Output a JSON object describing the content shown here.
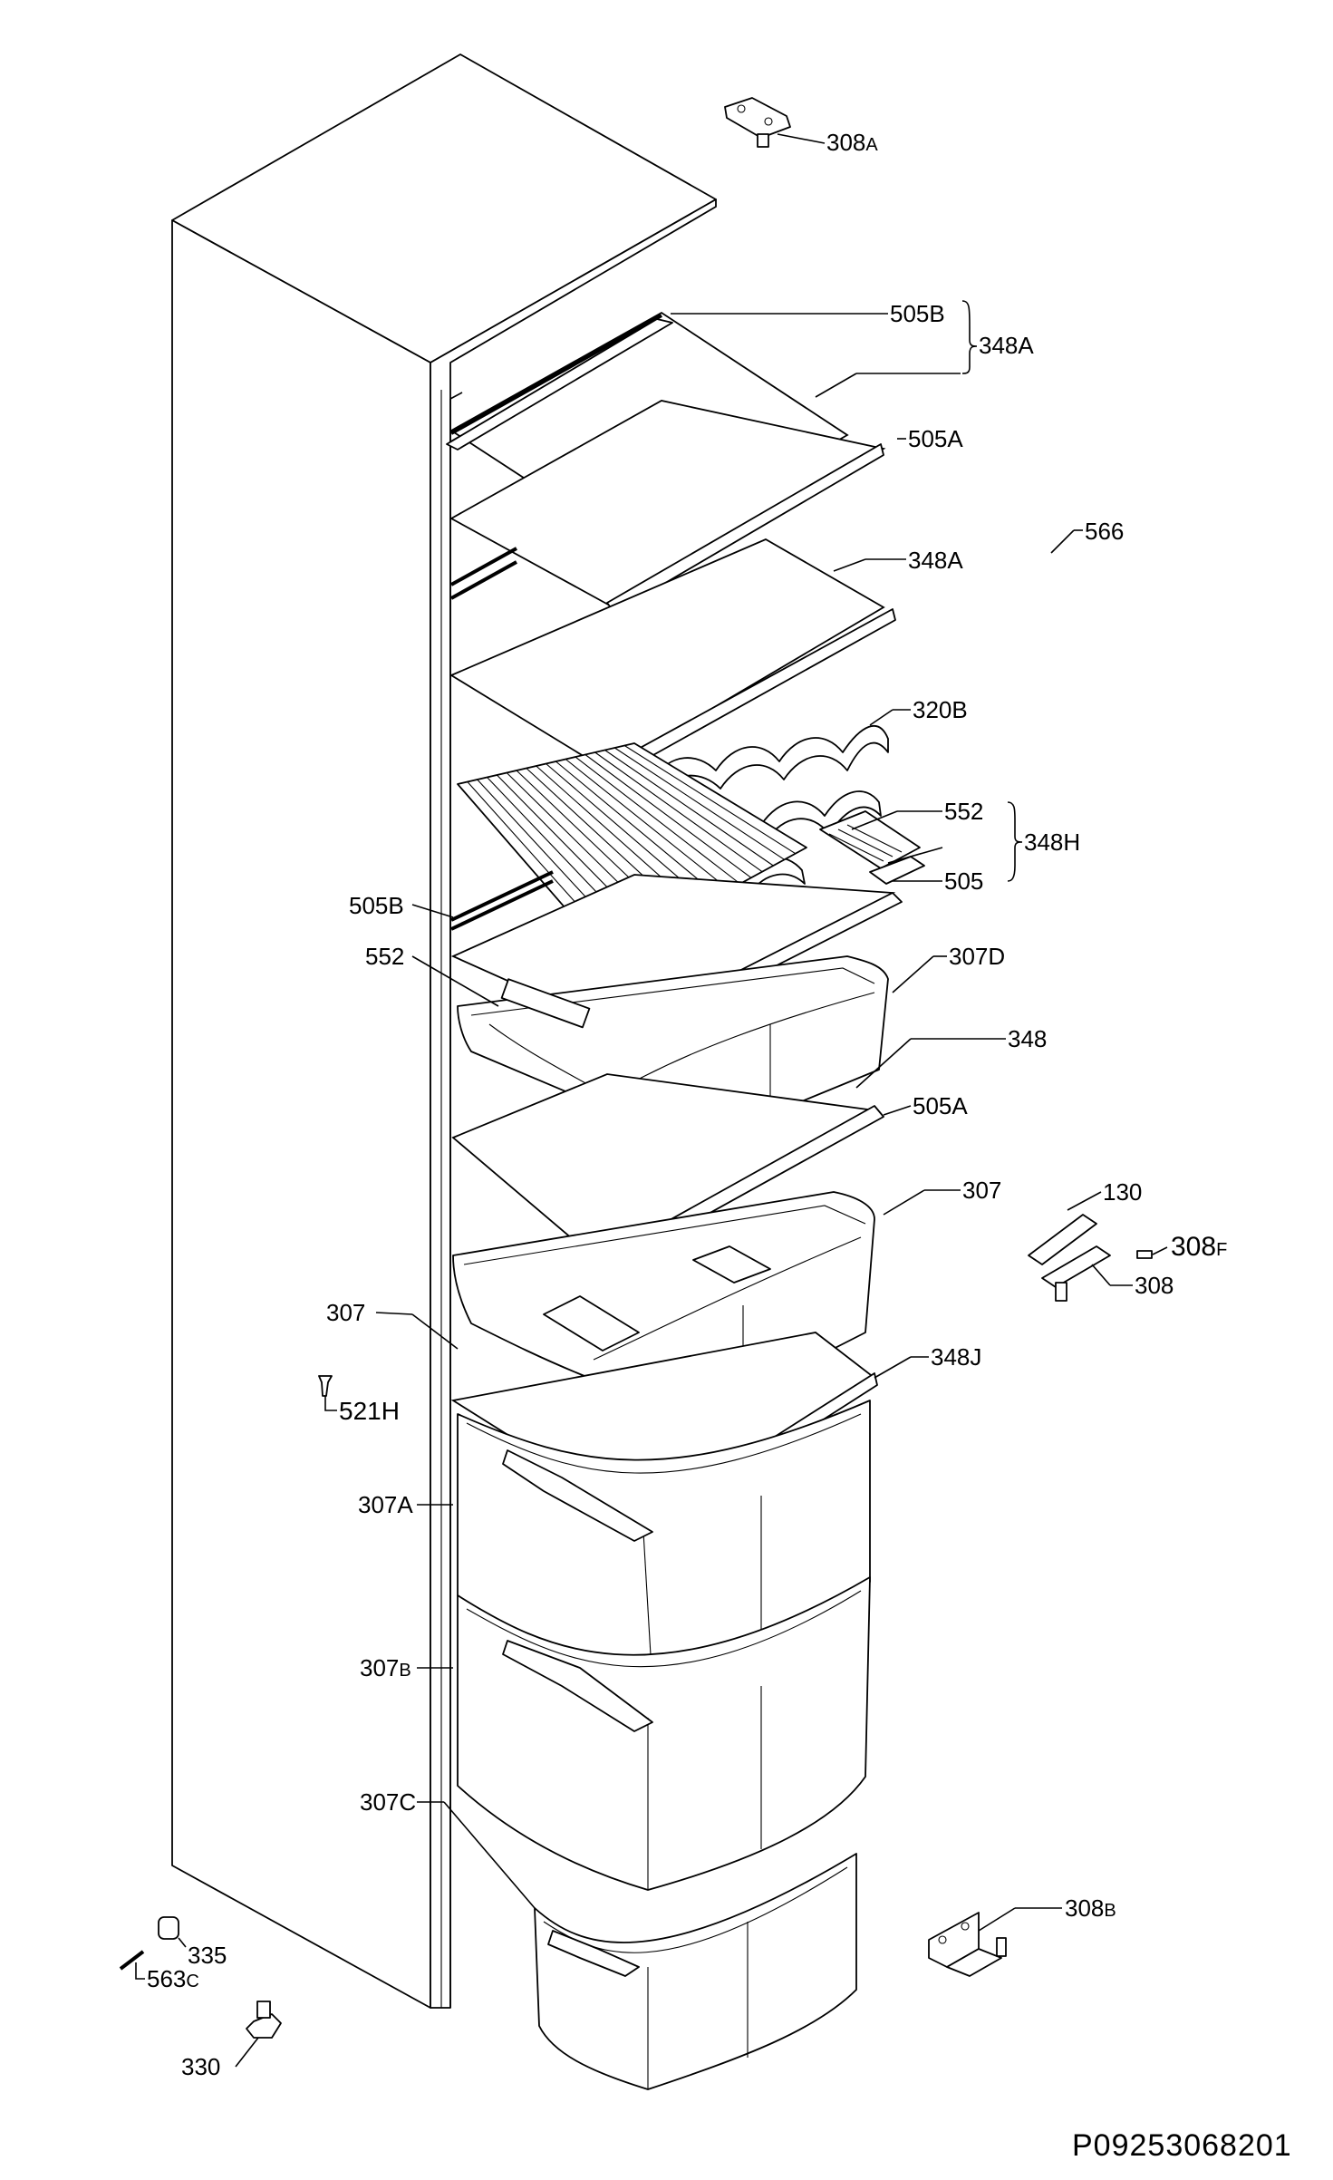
{
  "diagram": {
    "labels": [
      {
        "id": "l308a",
        "base": "308",
        "suffix": "A"
      },
      {
        "id": "l505b1",
        "base": "505B",
        "suffix": ""
      },
      {
        "id": "l348a1",
        "base": "348A",
        "suffix": ""
      },
      {
        "id": "l505a1",
        "base": "505A",
        "suffix": ""
      },
      {
        "id": "l566",
        "base": "566",
        "suffix": ""
      },
      {
        "id": "l348a2",
        "base": "348A",
        "suffix": ""
      },
      {
        "id": "l320b",
        "base": "320B",
        "suffix": ""
      },
      {
        "id": "l552a",
        "base": "552",
        "suffix": ""
      },
      {
        "id": "l348h",
        "base": "348H",
        "suffix": ""
      },
      {
        "id": "l505",
        "base": "505",
        "suffix": ""
      },
      {
        "id": "l505b2",
        "base": "505B",
        "suffix": ""
      },
      {
        "id": "l552b",
        "base": "552",
        "suffix": ""
      },
      {
        "id": "l307d",
        "base": "307D",
        "suffix": ""
      },
      {
        "id": "l348",
        "base": "348",
        "suffix": ""
      },
      {
        "id": "l505a2",
        "base": "505A",
        "suffix": ""
      },
      {
        "id": "l307a",
        "base": "307",
        "suffix": ""
      },
      {
        "id": "l130",
        "base": "130",
        "suffix": ""
      },
      {
        "id": "l308f",
        "base": "308",
        "suffix": "F"
      },
      {
        "id": "l308",
        "base": "308",
        "suffix": ""
      },
      {
        "id": "l307b",
        "base": "307",
        "suffix": ""
      },
      {
        "id": "l348j",
        "base": "348J",
        "suffix": ""
      },
      {
        "id": "l521h",
        "base": "521H",
        "suffix": ""
      },
      {
        "id": "l307A",
        "base": "307A",
        "suffix": ""
      },
      {
        "id": "l307B",
        "base": "307",
        "suffix": "B"
      },
      {
        "id": "l307C",
        "base": "307C",
        "suffix": ""
      },
      {
        "id": "l308b",
        "base": "308",
        "suffix": "B"
      },
      {
        "id": "l335",
        "base": "335",
        "suffix": ""
      },
      {
        "id": "l563c",
        "base": "563",
        "suffix": "C"
      },
      {
        "id": "l330",
        "base": "330",
        "suffix": ""
      }
    ],
    "document_id": "P09253068201"
  }
}
